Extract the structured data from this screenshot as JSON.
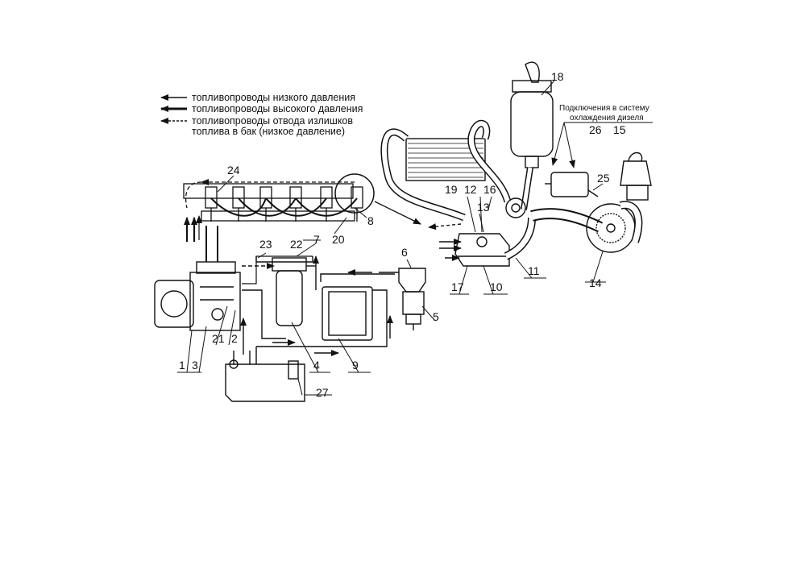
{
  "legend": {
    "low_pressure": "топливопроводы низкого давления",
    "high_pressure": "топливопроводы высокого давления",
    "drain_line1": "топливопроводы отвода излишков",
    "drain_line2": "топлива в бак (низкое давление)"
  },
  "cooling_note": {
    "line1": "Подключения в систему",
    "line2": "охлаждения дизеля"
  },
  "callouts": [
    "1",
    "2",
    "3",
    "4",
    "5",
    "6",
    "7",
    "8",
    "9",
    "10",
    "11",
    "12",
    "13",
    "14",
    "15",
    "16",
    "17",
    "18",
    "19",
    "20",
    "21",
    "22",
    "23",
    "24",
    "25",
    "26",
    "27"
  ],
  "colors": {
    "line": "#111111",
    "background": "#ffffff"
  }
}
